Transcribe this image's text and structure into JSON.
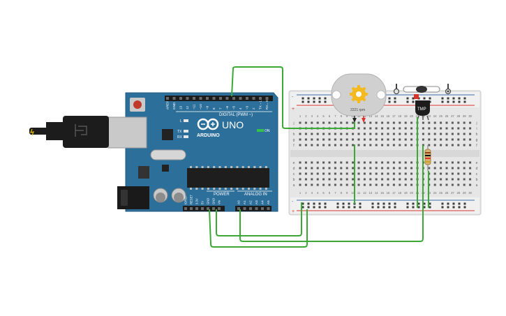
{
  "arduino": {
    "brand": "ARDUINO",
    "model": "UNO",
    "header_digital": "DIGITAL (PWM ~)",
    "header_power": "POWER",
    "header_analog": "ANALOG IN",
    "led_l": "L",
    "led_tx": "TX",
    "led_rx": "RX",
    "on_label": "ON",
    "digital_pins": [
      "AREF",
      "GND",
      "13",
      "12",
      "~11",
      "~10",
      "~9",
      "8",
      "7",
      "~6",
      "~5",
      "4",
      "~3",
      "2",
      "TX→1",
      "RX←0"
    ],
    "power_pins": [
      "IOREF",
      "RESET",
      "3.3V",
      "5V",
      "GND",
      "GND",
      "Vin"
    ],
    "analog_pins": [
      "A0",
      "A1",
      "A2",
      "A3",
      "A4",
      "A5"
    ]
  },
  "motor": {
    "rpm_label": "2221 rpm",
    "fan_icon": "fan-icon"
  },
  "sensor": {
    "label": "TMP"
  },
  "slider": {
    "level": 0.5,
    "cold_icon": "thermometer-icon",
    "hot_icon": "thermometer-icon"
  },
  "breadboard": {
    "rows_left": [
      "a",
      "b",
      "c",
      "d",
      "e"
    ],
    "rows_right": [
      "f",
      "g",
      "h",
      "i",
      "j"
    ],
    "columns": [
      "1",
      "2",
      "3",
      "4",
      "5",
      "6",
      "7",
      "8",
      "9",
      "10",
      "11",
      "12",
      "13",
      "14",
      "15",
      "16",
      "17",
      "18",
      "19",
      "20",
      "21",
      "22",
      "23",
      "24",
      "25",
      "26",
      "27",
      "28",
      "29",
      "30"
    ],
    "rail_plus": "+",
    "rail_minus": "-"
  },
  "colors": {
    "board_blue": "#2d6f9b",
    "wire_green": "#3aa935",
    "breadboard": "#e8e8e8",
    "rail_red": "#d9342b",
    "rail_blue": "#3b6ea8"
  }
}
